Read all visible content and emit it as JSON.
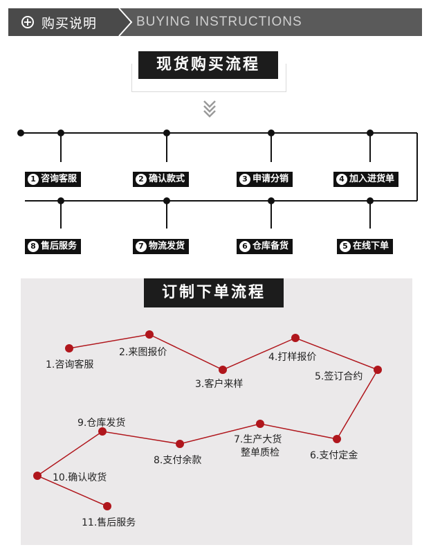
{
  "header": {
    "plus_icon": "plus-circle-icon",
    "title_cn": "购买说明",
    "title_en": "BUYING INSTRUCTIONS",
    "bar_color": "#5a5a5a"
  },
  "stock_section": {
    "title": "现货购买流程",
    "steps_top": [
      {
        "num": "1",
        "label": "咨询客服"
      },
      {
        "num": "2",
        "label": "确认款式"
      },
      {
        "num": "3",
        "label": "申请分销"
      },
      {
        "num": "4",
        "label": "加入进货单"
      }
    ],
    "steps_bottom": [
      {
        "num": "8",
        "label": "售后服务"
      },
      {
        "num": "7",
        "label": "物流发货"
      },
      {
        "num": "6",
        "label": "仓库备货"
      },
      {
        "num": "5",
        "label": "在线下单"
      }
    ]
  },
  "custom_section": {
    "title": "订制下单流程",
    "line_color": "#b0161c",
    "steps": [
      {
        "label": "1.咨询客服"
      },
      {
        "label": "2.来图报价"
      },
      {
        "label": "3.客户来样"
      },
      {
        "label": "4.打样报价"
      },
      {
        "label": "5.签订合约"
      },
      {
        "label": "6.支付定金"
      },
      {
        "label": "7.生产大货"
      },
      {
        "label": "整单质检"
      },
      {
        "label": "8.支付余款"
      },
      {
        "label": "9.仓库发货"
      },
      {
        "label": "10.确认收货"
      },
      {
        "label": "11.售后服务"
      }
    ]
  }
}
